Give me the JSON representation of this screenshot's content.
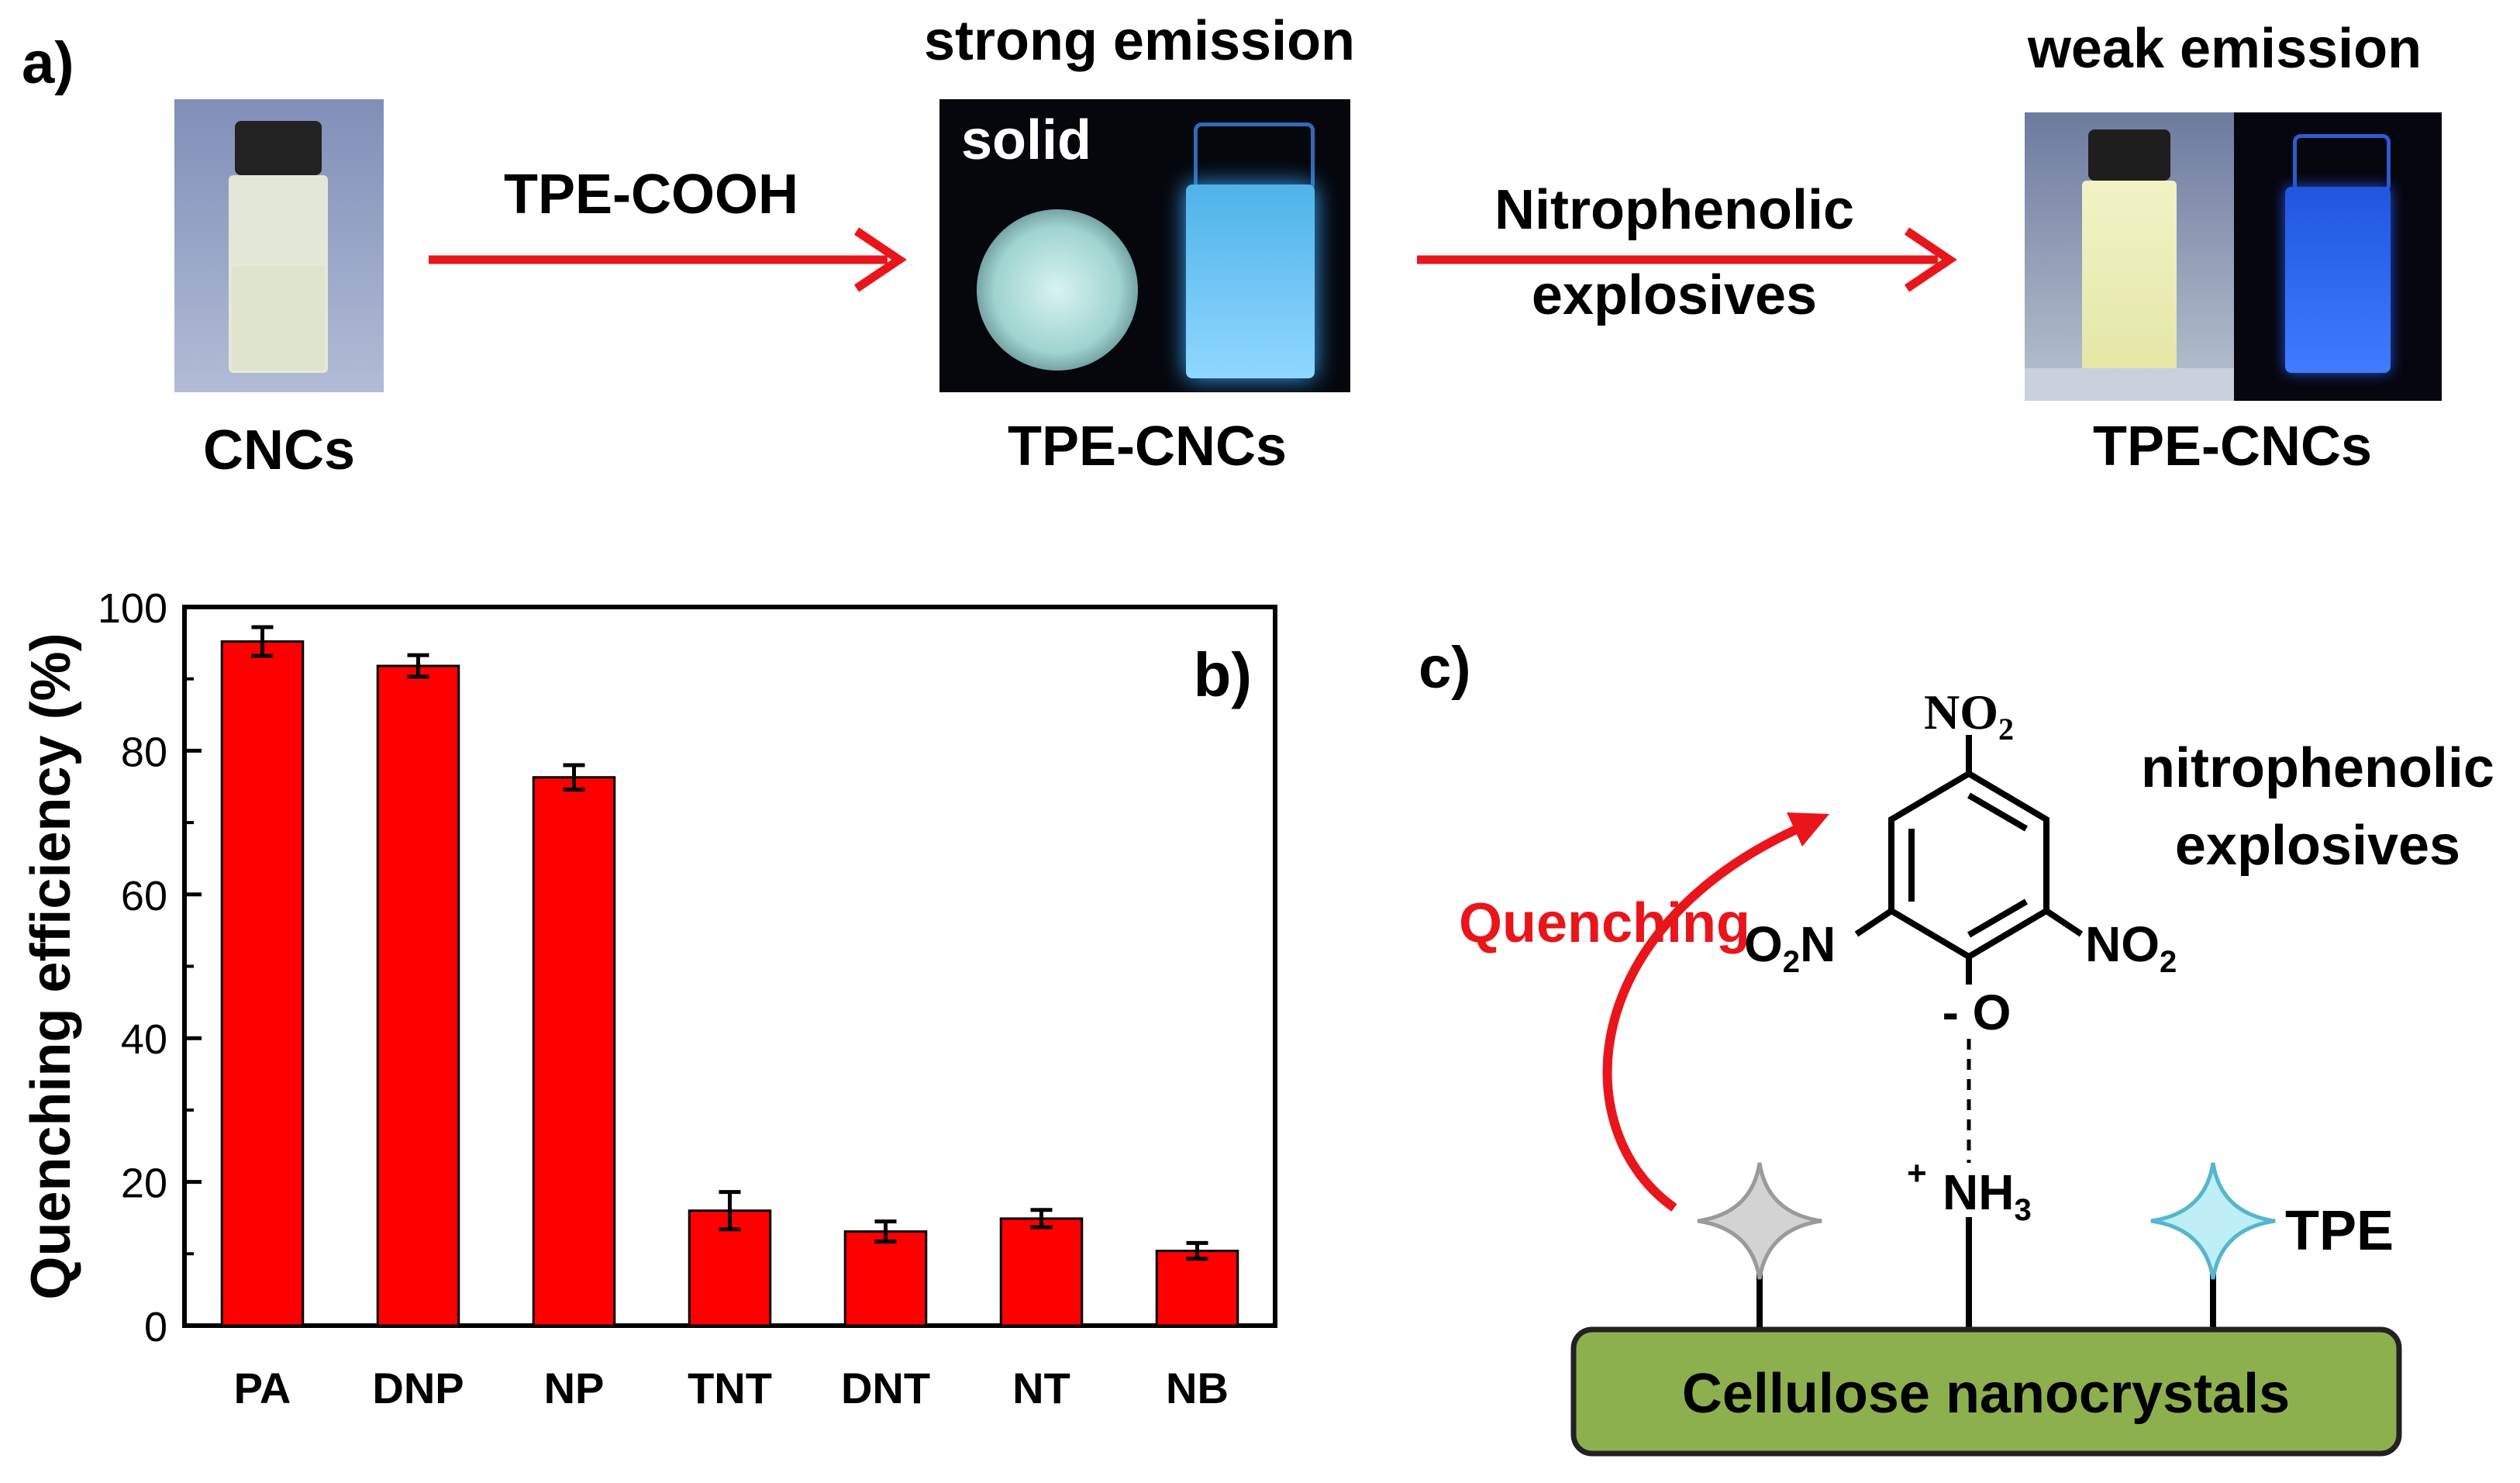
{
  "panel_a": {
    "label": "a)",
    "sample1_label": "CNCs",
    "arrow1_label": "TPE-COOH",
    "strong_emission_label": "strong emission",
    "solid_label": "solid",
    "sample2_label": "TPE-CNCs",
    "arrow2_label_line1": "Nitrophenolic",
    "arrow2_label_line2": "explosives",
    "weak_emission_label": "weak emission",
    "sample3_label": "TPE-CNCs",
    "arrow_color": "#e8161b"
  },
  "panel_c": {
    "label": "c)",
    "quenching_label": "Quenching",
    "molecule_top_group": "NO",
    "molecule_left_group": "O",
    "molecule_left_group_tail": "N",
    "molecule_right_group": "NO",
    "subscript_2": "2",
    "subscript_3": "3",
    "phenolate": "- O",
    "ammonium_sign": "+",
    "ammonium": "NH",
    "nitrophenolic_line1": "nitrophenolic",
    "nitrophenolic_line2": "explosives",
    "tpe_label": "TPE",
    "substrate_label": "Cellulose nanocrystals",
    "substrate_color": "#8db04f",
    "quenching_color": "#e8161b"
  },
  "chart_data": {
    "type": "bar",
    "panel_label": "b)",
    "categories": [
      "PA",
      "DNP",
      "NP",
      "TNT",
      "DNT",
      "NT",
      "NB"
    ],
    "values": [
      95.2,
      91.8,
      76.3,
      16.0,
      13.1,
      14.9,
      10.4
    ],
    "errors": [
      2.0,
      1.5,
      1.7,
      2.6,
      1.4,
      1.2,
      1.1
    ],
    "ylabel": "Quenching efficiency (%)",
    "xlabel": "",
    "ylim": [
      0,
      100
    ],
    "yticks": [
      0,
      20,
      40,
      60,
      80,
      100
    ],
    "bar_color": "#ff0000",
    "grid": false
  }
}
